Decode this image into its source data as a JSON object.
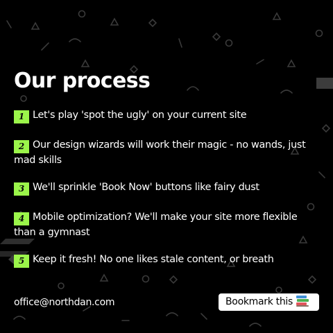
{
  "title": "Our process",
  "steps": [
    {
      "number": "1",
      "text": "Let's play 'spot the ugly' on your current site"
    },
    {
      "number": "2",
      "text": "Our design wizards will work their magic - no wands, just mad skills"
    },
    {
      "number": "3",
      "text": "We'll sprinkle 'Book Now' buttons like fairy dust"
    },
    {
      "number": "4",
      "text": "Mobile optimization? We'll make your site more flexible than a gymnast"
    },
    {
      "number": "5",
      "text": "Keep it fresh! No one likes stale content, or breath"
    }
  ],
  "footer": {
    "email": "office@northdan.com",
    "bookmark_label": "Bookmark this",
    "bookmark_icon": "books-icon"
  },
  "colors": {
    "background": "#000000",
    "accent": "#9bf54a",
    "text": "#ffffff"
  }
}
